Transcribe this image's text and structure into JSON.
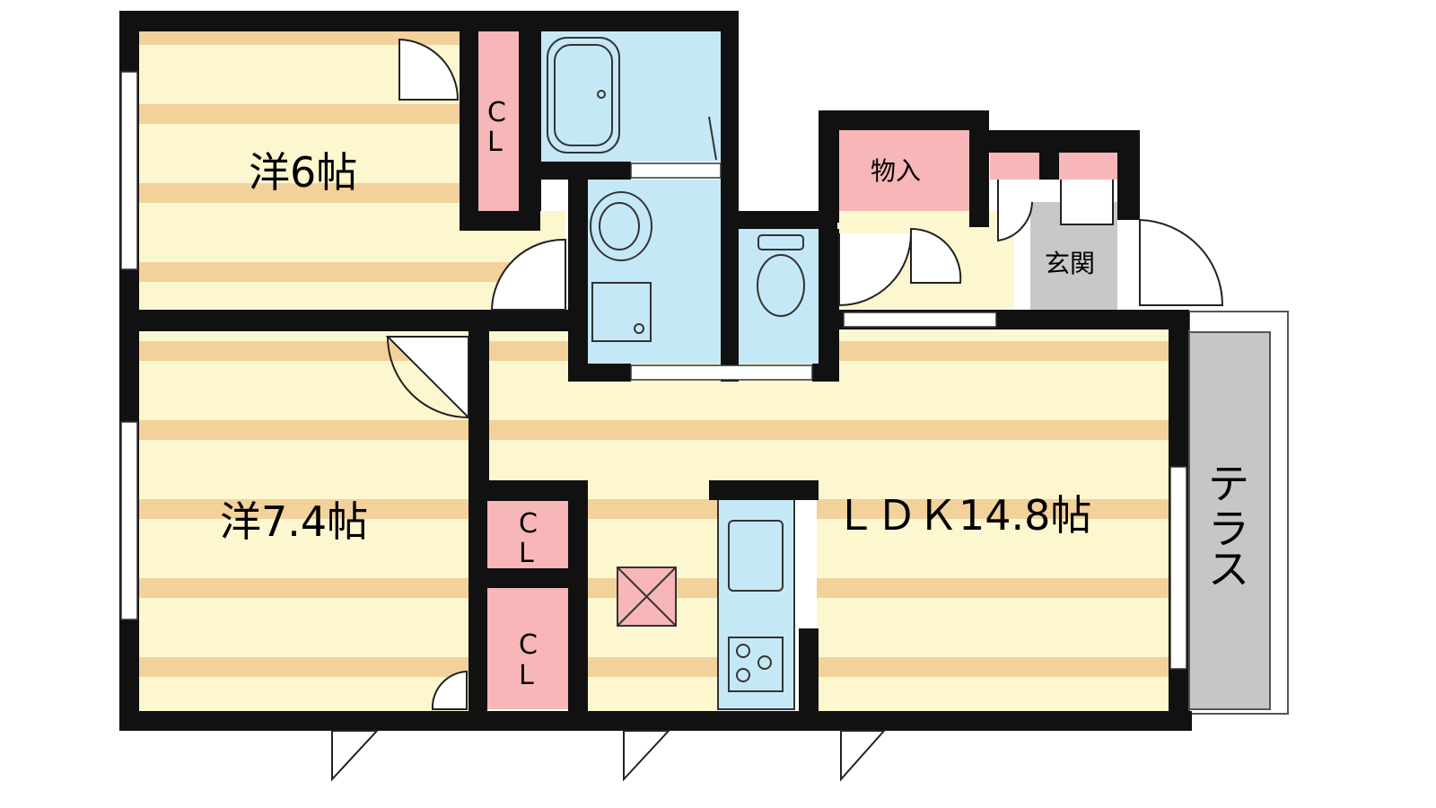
{
  "rooms": {
    "western_6": {
      "label": "洋6帖"
    },
    "western_7_4": {
      "label": "洋7.4帖"
    },
    "ldk": {
      "label": "ＬＤＫ14.8帖"
    },
    "storage": {
      "label": "物入"
    },
    "entrance": {
      "label": "玄関"
    },
    "terrace": {
      "label_line1": "テ",
      "label_line2": "ラ",
      "label_line3": "ス"
    },
    "closet_a": {
      "line1": "C",
      "line2": "L"
    },
    "closet_b": {
      "line1": "C",
      "line2": "L"
    },
    "closet_c": {
      "line1": "C",
      "line2": "L"
    }
  },
  "colors": {
    "floor_light": "#fdf7d0",
    "floor_stripe": "#f2d19b",
    "wet_area": "#c5e8f7",
    "closet": "#f7b6b8",
    "entrance_floor": "#c8c8c8",
    "hall_floor": "#fdf7d0",
    "wall": "#111111",
    "terrace": "#c6c6c6"
  }
}
